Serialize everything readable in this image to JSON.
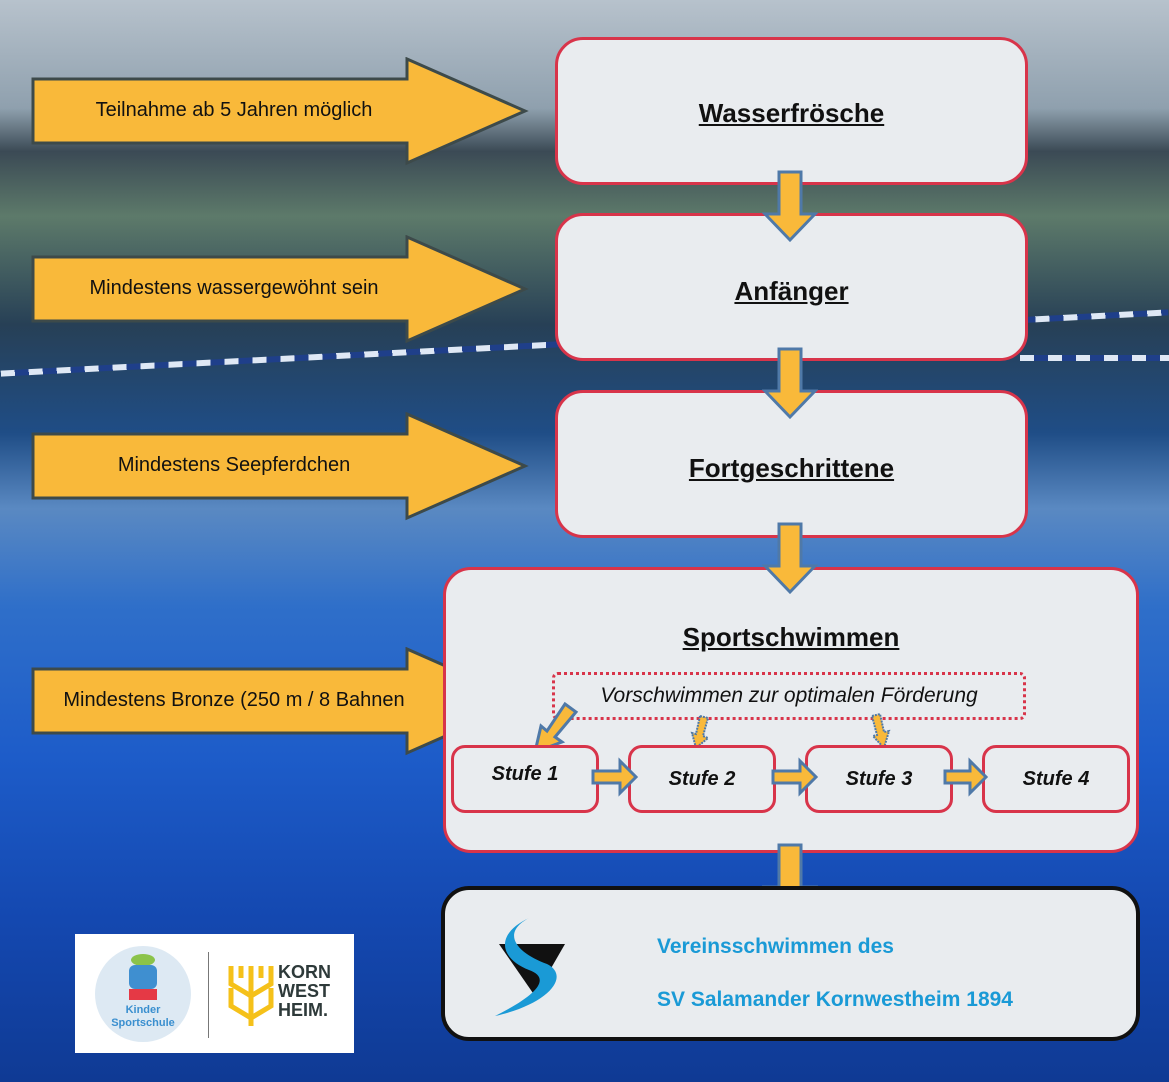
{
  "levels": [
    {
      "title": "Wasserfrösche",
      "requirement": "Teilnahme ab 5 Jahren möglich"
    },
    {
      "title": "Anfänger",
      "requirement": "Mindestens wassergewöhnt sein"
    },
    {
      "title": "Fortgeschrittene",
      "requirement": "Mindestens Seepferdchen"
    },
    {
      "title": "Sportschwimmen",
      "requirement": "Mindestens Bronze (250 m / 8 Bahnen"
    }
  ],
  "promotion_note": "Vorschwimmen zur optimalen Förderung",
  "stages": [
    "Stufe 1",
    "Stufe 2",
    "Stufe 3",
    "Stufe 4"
  ],
  "club": {
    "line1": "Vereinsschwimmen des",
    "line2": "SV Salamander Kornwestheim 1894"
  },
  "logos": {
    "kinder_sportschule": "Kinder Sportschule",
    "kornwestheim": "KORN WEST HEIM."
  },
  "colors": {
    "arrow": "#F9B93A",
    "box_border": "#D8344A",
    "club_text": "#1A9AD6"
  }
}
